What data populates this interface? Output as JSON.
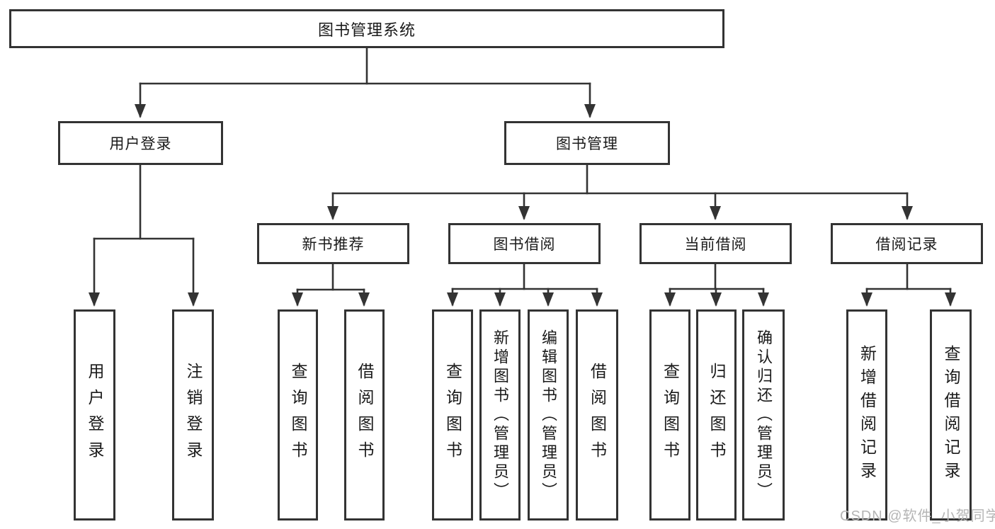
{
  "diagram": {
    "root": {
      "label": "图书管理系统"
    },
    "user_login": {
      "label": "用户登录",
      "children": [
        {
          "label": "用户登录"
        },
        {
          "label": "注销登录"
        }
      ]
    },
    "book_management": {
      "label": "图书管理",
      "sections": [
        {
          "label": "新书推荐",
          "children": [
            {
              "label": "查询图书"
            },
            {
              "label": "借阅图书"
            }
          ]
        },
        {
          "label": "图书借阅",
          "children": [
            {
              "label": "查询图书"
            },
            {
              "label": "新增图书（管理员）"
            },
            {
              "label": "编辑图书（管理员）"
            },
            {
              "label": "借阅图书"
            }
          ]
        },
        {
          "label": "当前借阅",
          "children": [
            {
              "label": "查询图书"
            },
            {
              "label": "归还图书"
            },
            {
              "label": "确认归还（管理员）"
            }
          ]
        },
        {
          "label": "借阅记录",
          "children": [
            {
              "label": "新增借阅记录"
            },
            {
              "label": "查询借阅记录"
            }
          ]
        }
      ]
    }
  },
  "watermark": {
    "text": "CSDN @软件_小贺同学"
  },
  "colors": {
    "line": "#333333",
    "border": "#333333",
    "text": "#1a1a1a",
    "watermark": "#b5b5b5",
    "background": "#ffffff"
  }
}
